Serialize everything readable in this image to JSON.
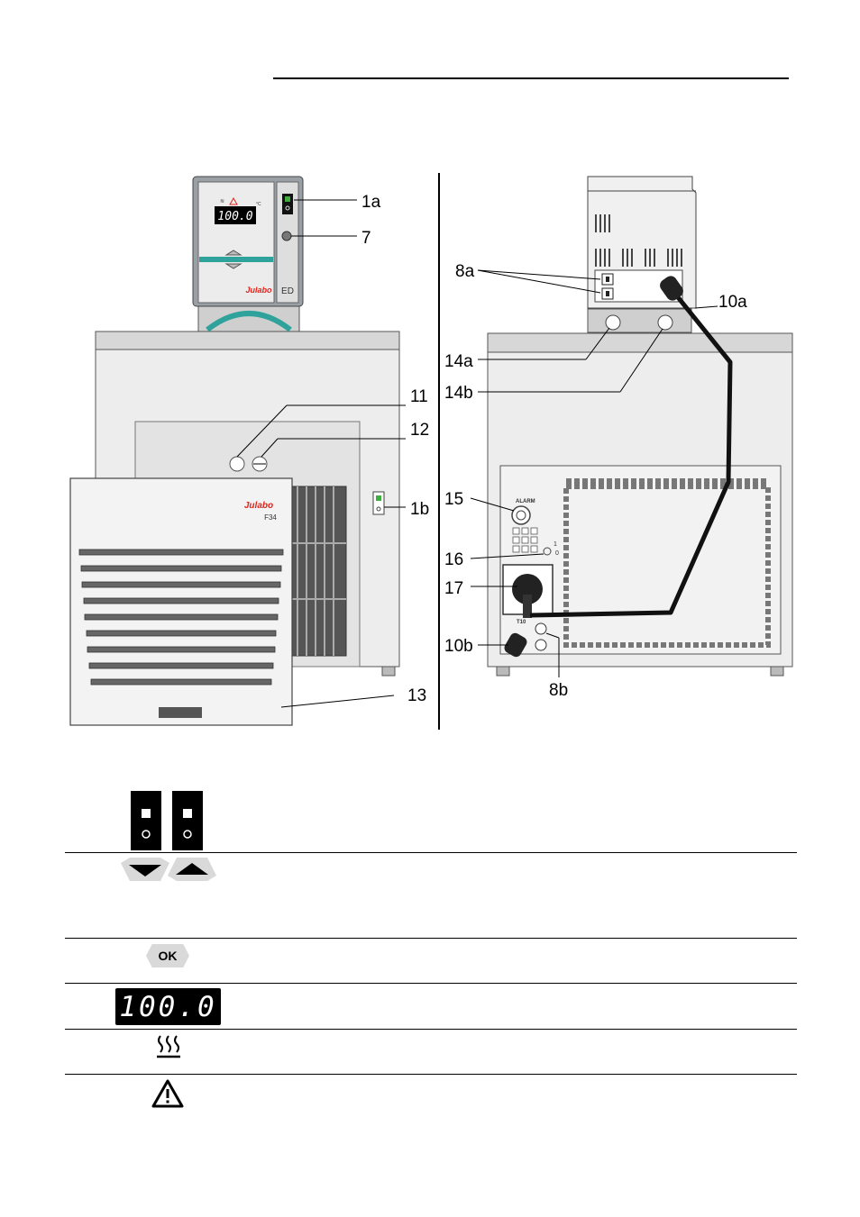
{
  "figure": {
    "callouts": {
      "c1a": "1a",
      "c7": "7",
      "c11": "11",
      "c12": "12",
      "c1b": "1b",
      "c13": "13",
      "c8a": "8a",
      "c10a": "10a",
      "c14a": "14a",
      "c14b": "14b",
      "c15": "15",
      "c16": "16",
      "c17": "17",
      "c10b": "10b",
      "c8b": "8b"
    },
    "front_panel": {
      "display_value": "100.0",
      "unit": "°C",
      "brand": "Julabo",
      "model_mark": "ED"
    },
    "chiller": {
      "brand": "Julabo",
      "model": "F34"
    },
    "rear_panel": {
      "alarm_label": "ALARM",
      "fuse_label": "T10"
    }
  },
  "legend": {
    "display_value": "100.0",
    "ok_label": "OK"
  },
  "colors": {
    "brand_red": "#e2231a",
    "teal_accent": "#2fa39b",
    "body_gray": "#ededed",
    "top_strip": "#d7d7d7",
    "power_green": "#3fae3f"
  }
}
